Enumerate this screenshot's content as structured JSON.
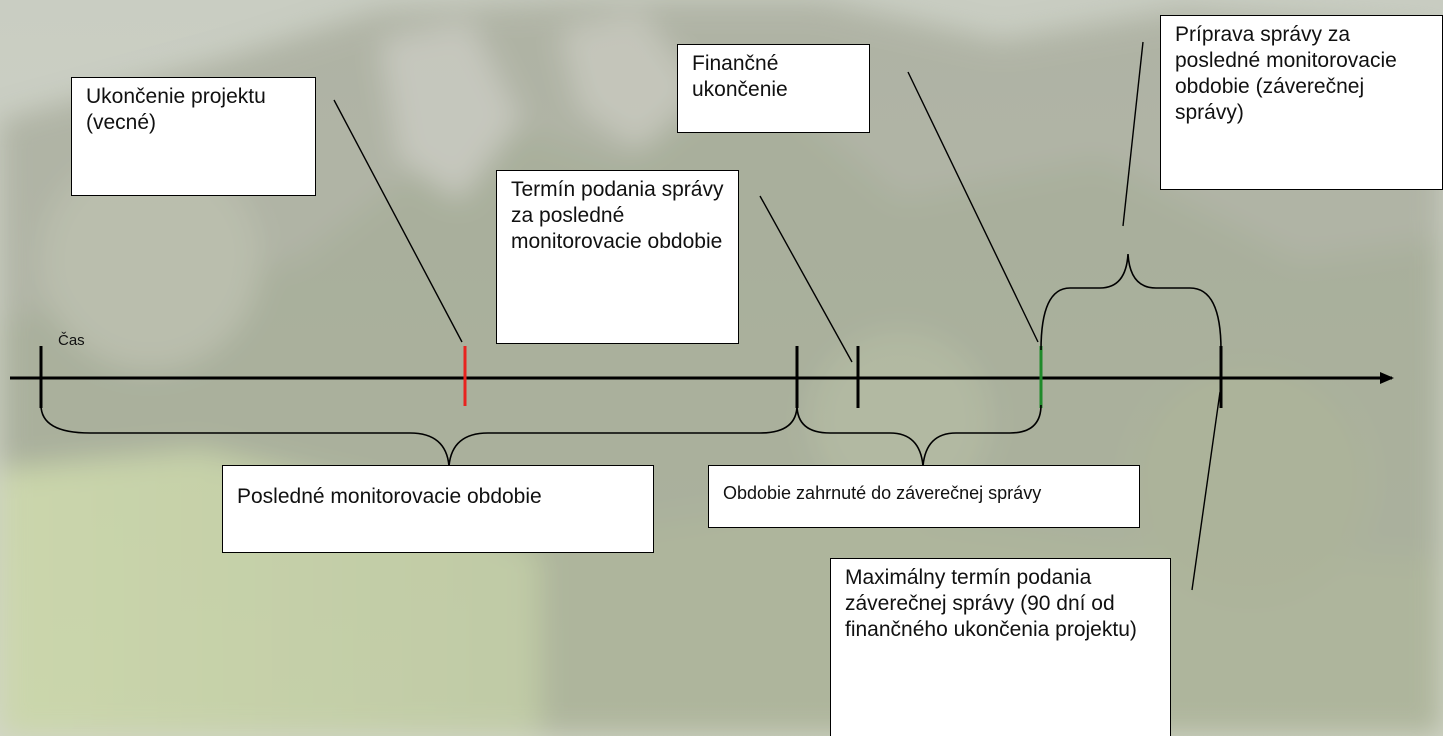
{
  "axis": {
    "label": "Čas"
  },
  "boxes": {
    "project_end": "Ukončenie projektu (vecné)",
    "report_deadline": "Termín podania správy za posledné monitorovacie obdobie",
    "financial_end": "Finančné ukončenie",
    "final_prep": "Príprava správy za posledné monitorovacie obdobie (záverečnej správy)",
    "last_period": "Posledné monitorovacie obdobie",
    "final_period": "Obdobie zahrnuté do záverečnej správy",
    "max_deadline": "Maximálny termín podania záverečnej správy (90 dní od finančného ukončenia projektu)"
  },
  "colors": {
    "axis": "#000000",
    "project_end_tick": "#e8231f",
    "financial_end_tick": "#1f8a2a",
    "box_bg": "#ffffff"
  }
}
